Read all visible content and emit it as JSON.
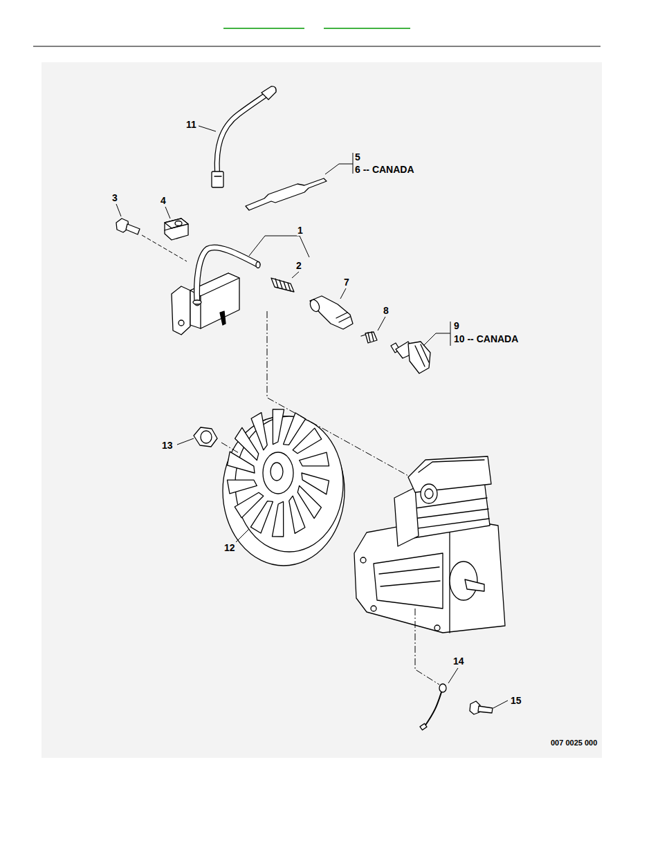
{
  "diagram": {
    "labels": [
      "11",
      "5",
      "6 -- CANADA",
      "3",
      "4",
      "1",
      "2",
      "7",
      "8",
      "9",
      "10 -- CANADA",
      "13",
      "12",
      "14",
      "15",
      "007 0025 000"
    ]
  }
}
